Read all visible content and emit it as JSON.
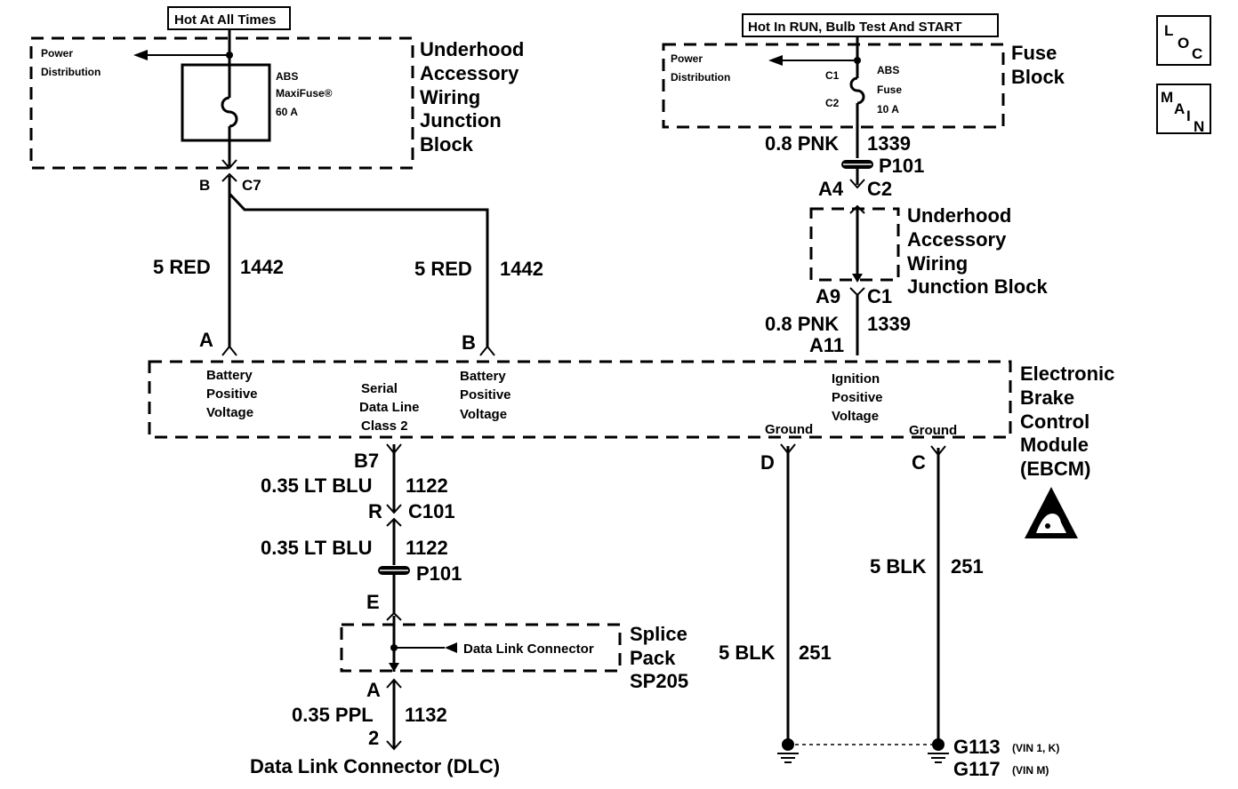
{
  "power_sources": {
    "left": "Hot At All Times",
    "right": "Hot In RUN, Bulb Test And START"
  },
  "nav_buttons": {
    "loc": [
      "L",
      "O",
      "C"
    ],
    "main": [
      "M",
      "A",
      "I",
      "N"
    ]
  },
  "underhood_block_top": {
    "lines": [
      "Underhood",
      "Accessory",
      "Wiring",
      "Junction",
      "Block"
    ],
    "power_distribution": [
      "Power",
      "Distribution"
    ],
    "fuse": [
      "ABS",
      "MaxiFuse®",
      "60 A"
    ]
  },
  "fuse_block": {
    "lines": [
      "Fuse",
      "Block"
    ],
    "power_distribution": [
      "Power",
      "Distribution"
    ],
    "fuse": [
      "ABS",
      "Fuse",
      "10 A"
    ],
    "pins": [
      "C1",
      "C2"
    ]
  },
  "left_connector": {
    "pin": "B",
    "conn": "C7"
  },
  "wires": {
    "red_a": {
      "gauge": "5 RED",
      "circuit": "1442"
    },
    "red_b": {
      "gauge": "5 RED",
      "circuit": "1442"
    },
    "pnk_top": {
      "gauge": "0.8 PNK",
      "circuit": "1339"
    },
    "pnk_bottom": {
      "gauge": "0.8 PNK",
      "circuit": "1339"
    },
    "blu_top": {
      "gauge": "0.35 LT BLU",
      "circuit": "1122"
    },
    "blu_bottom": {
      "gauge": "0.35 LT BLU",
      "circuit": "1122"
    },
    "ppl": {
      "gauge": "0.35 PPL",
      "circuit": "1132"
    },
    "blk_d": {
      "gauge": "5 BLK",
      "circuit": "251"
    },
    "blk_c": {
      "gauge": "5 BLK",
      "circuit": "251"
    }
  },
  "right_connectors": {
    "p101": "P101",
    "a4": "A4",
    "c2": "C2",
    "a9": "A9",
    "c1": "C1",
    "a11": "A11"
  },
  "underhood_block_right": [
    "Underhood",
    "Accessory",
    "Wiring",
    "Junction Block"
  ],
  "ebcm": {
    "name": [
      "Electronic",
      "Brake",
      "Control",
      "Module",
      "(EBCM)"
    ],
    "pins": {
      "a": "A",
      "b": "B",
      "b7": "B7",
      "d": "D",
      "c": "C",
      "a11": "A11"
    },
    "functions": {
      "bat_a": [
        "Battery",
        "Positive",
        "Voltage"
      ],
      "serial": [
        "Serial",
        "Data Line",
        "Class 2"
      ],
      "bat_b": [
        "Battery",
        "Positive",
        "Voltage"
      ],
      "ignition": [
        "Ignition",
        "Positive",
        "Voltage"
      ],
      "ground_d": "Ground",
      "ground_c": "Ground"
    }
  },
  "serial_path": {
    "r": "R",
    "c101": "C101",
    "p101": "P101",
    "e": "E",
    "splice": [
      "Splice",
      "Pack",
      "SP205"
    ],
    "dlc_arrow": "Data Link Connector",
    "a": "A",
    "pin2": "2",
    "dlc": "Data Link Connector (DLC)"
  },
  "grounds": {
    "g113": "G113",
    "g113_note": "(VIN 1, K)",
    "g117": "G117",
    "g117_note": "(VIN M)"
  }
}
